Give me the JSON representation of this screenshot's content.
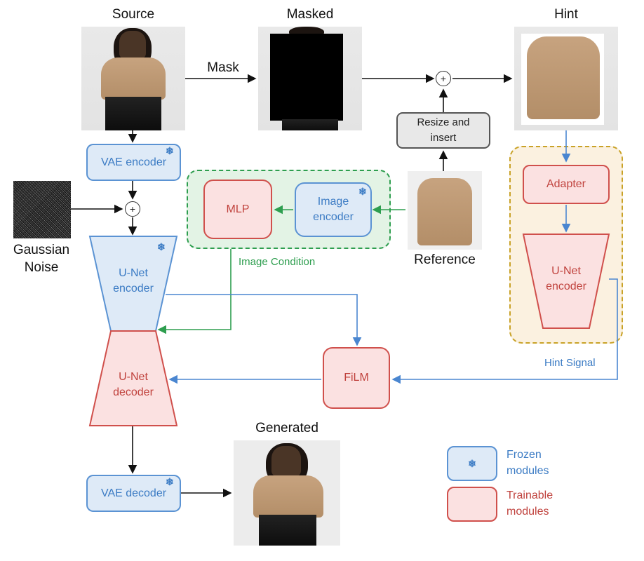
{
  "labels": {
    "source": "Source",
    "masked": "Masked",
    "hint": "Hint",
    "mask_arrow": "Mask",
    "gaussian_noise": "Gaussian\nNoise",
    "reference": "Reference",
    "generated": "Generated",
    "image_condition": "Image Condition",
    "hint_signal": "Hint Signal"
  },
  "modules": {
    "vae_encoder": "VAE encoder",
    "vae_decoder": "VAE decoder",
    "unet_encoder_main": "U-Net\nencoder",
    "unet_decoder": "U-Net\ndecoder",
    "mlp": "MLP",
    "image_encoder": "Image\nencoder",
    "resize_insert": "Resize and\ninsert",
    "adapter": "Adapter",
    "unet_encoder_hint": "U-Net\nencoder",
    "film": "FiLM"
  },
  "legend": {
    "frozen": "Frozen\nmodules",
    "trainable": "Trainable\nmodules"
  },
  "symbols": {
    "snowflake": "❄",
    "plus": "+"
  },
  "colors": {
    "frozen_fill": "#deeaf7",
    "frozen_stroke": "#5b93d3",
    "trainable_fill": "#fbe1e1",
    "trainable_stroke": "#d0504c",
    "condition_green": "#2e9e4f",
    "hint_orange": "#c9a227"
  }
}
